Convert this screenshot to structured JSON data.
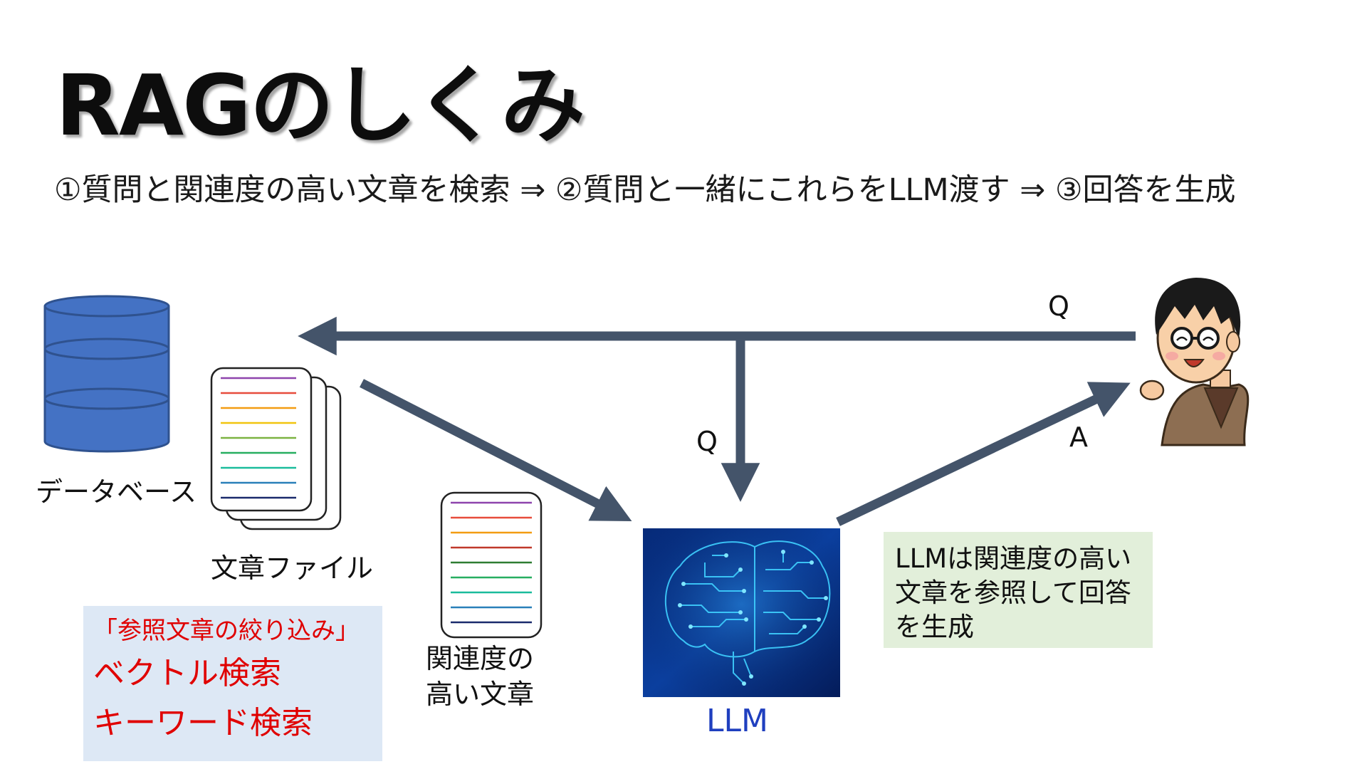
{
  "title": "RAGのしくみ",
  "subtitle": "①質問と関連度の高い文章を検索 ⇒ ②質問と一緒にこれらをLLM渡す ⇒ ③回答を生成",
  "nodes": {
    "database_label": "データベース",
    "files_label": "文章ファイル",
    "relevant_docs_label_line1": "関連度の",
    "relevant_docs_label_line2": "高い文章",
    "llm_label": "LLM"
  },
  "arrows": {
    "q_top": "Q",
    "q_down": "Q",
    "a": "A"
  },
  "note": "LLMは関連度の高い\n文章を参照して回答\nを生成",
  "search_box": {
    "heading": "「参照文章の絞り込み」",
    "items": [
      "ベクトル検索",
      "キーワード検索"
    ]
  },
  "colors": {
    "arrow": "#44546a",
    "db_fill": "#4472c4",
    "db_stroke": "#2f528f",
    "llm_text": "#1f3fbf",
    "search_text": "#e00000",
    "note_bg": "#e2efda",
    "search_bg": "#dde8f5"
  },
  "icons": {
    "database": "database-cylinder-icon",
    "documents": "document-stack-icon",
    "document": "document-icon",
    "llm": "circuit-brain-icon",
    "user": "user-avatar-icon"
  }
}
